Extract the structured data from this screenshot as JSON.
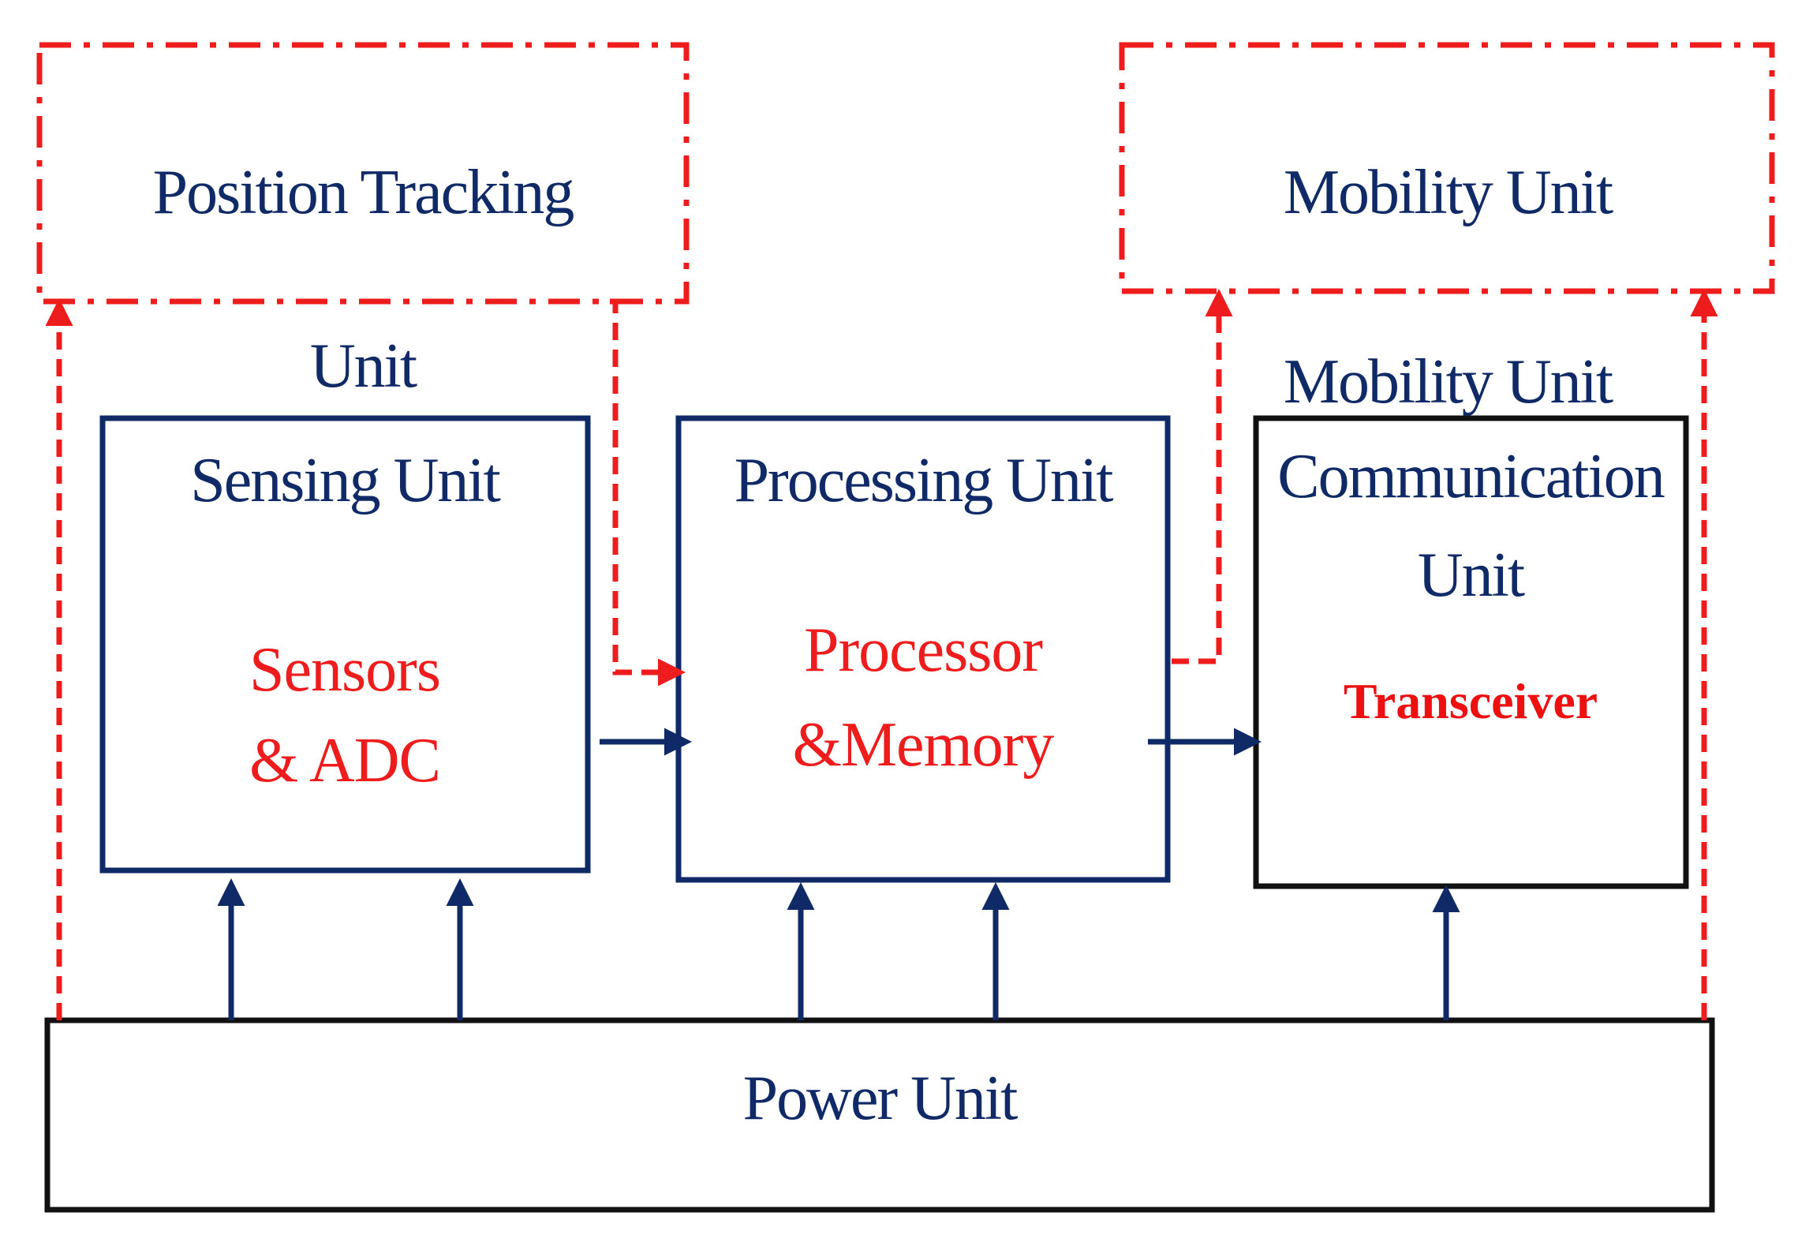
{
  "colors": {
    "navy": "#0f2a66",
    "red": "#ee1c1c",
    "black": "#111111",
    "background": "#ffffff"
  },
  "labels": {
    "position_tracking": "Position Tracking",
    "position_tracking_unit": "Unit",
    "mobility_unit_top": "Mobility Unit",
    "mobility_unit_below": "Mobility Unit",
    "sensing_unit": "Sensing Unit",
    "sensors_line1": "Sensors",
    "sensors_line2": "& ADC",
    "processing_unit": "Processing Unit",
    "processor_line1": "Processor",
    "processor_line2": "&Memory",
    "communication_line1": "Communication",
    "communication_line2": "Unit",
    "transceiver": "Transceiver",
    "power_unit": "Power Unit"
  }
}
